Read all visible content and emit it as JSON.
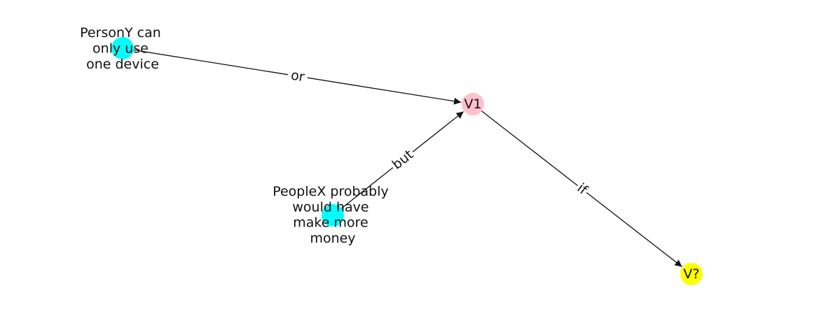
{
  "nodes": [
    {
      "id": "n1",
      "label_lines": [
        "PersonY can",
        "only use",
        "one device"
      ],
      "color": "#00ffff"
    },
    {
      "id": "n2",
      "label_lines": [
        "PeopleX probably",
        "would have",
        "make more",
        "money"
      ],
      "color": "#00ffff"
    },
    {
      "id": "v1",
      "label_lines": [
        "V1"
      ],
      "color": "#ffc0cb"
    },
    {
      "id": "vq",
      "label_lines": [
        "V?"
      ],
      "color": "#ffff00"
    }
  ],
  "edges": [
    {
      "from": "n1",
      "to": "v1",
      "label": "or"
    },
    {
      "from": "n2",
      "to": "v1",
      "label": "but"
    },
    {
      "from": "v1",
      "to": "vq",
      "label": "if"
    }
  ],
  "colors": {
    "edge": "#111111",
    "text": "#111111",
    "background": "#ffffff"
  }
}
